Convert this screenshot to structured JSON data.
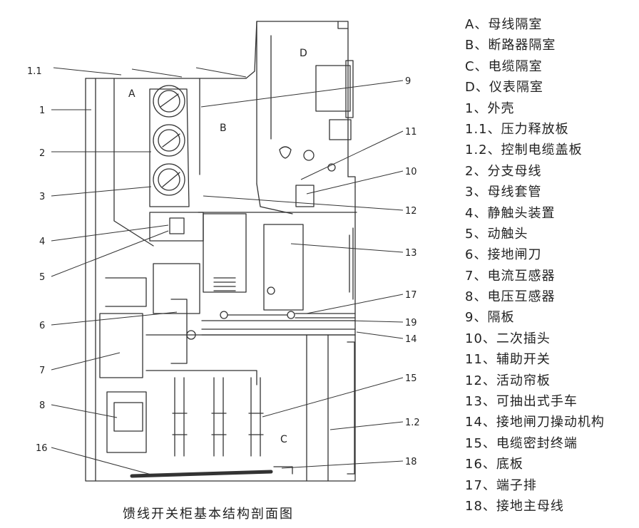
{
  "callouts": {
    "l1_1": "1.1",
    "l1": "1",
    "l2": "2",
    "l3": "3",
    "l4": "4",
    "l5": "5",
    "l6": "6",
    "l7": "7",
    "l8": "8",
    "l16": "16",
    "r9": "9",
    "r11": "11",
    "r10": "10",
    "r12": "12",
    "r13": "13",
    "r17": "17",
    "r19": "19",
    "r14": "14",
    "r15": "15",
    "r1_2": "1.2",
    "r18": "18"
  },
  "zones": {
    "A": "A",
    "B": "B",
    "C": "C",
    "D": "D"
  },
  "legend": [
    "A、母线隔室",
    "B、断路器隔室",
    "C、电缆隔室",
    "D、仪表隔室",
    "1、外壳",
    "1.1、压力释放板",
    "1.2、控制电缆盖板",
    "2、分支母线",
    "3、母线套管",
    "4、静触头装置",
    "5、动触头",
    "6、接地闸刀",
    "7、电流互感器",
    "8、电压互感器",
    "9、隔板",
    "10、二次插头",
    "11、辅助开关",
    "12、活动帘板",
    "13、可抽出式手车",
    "14、接地闸刀操动机构",
    "15、电缆密封终端",
    "16、底板",
    "17、端子排",
    "18、接地主母线"
  ],
  "caption": "馈线开关柜基本结构剖面图"
}
